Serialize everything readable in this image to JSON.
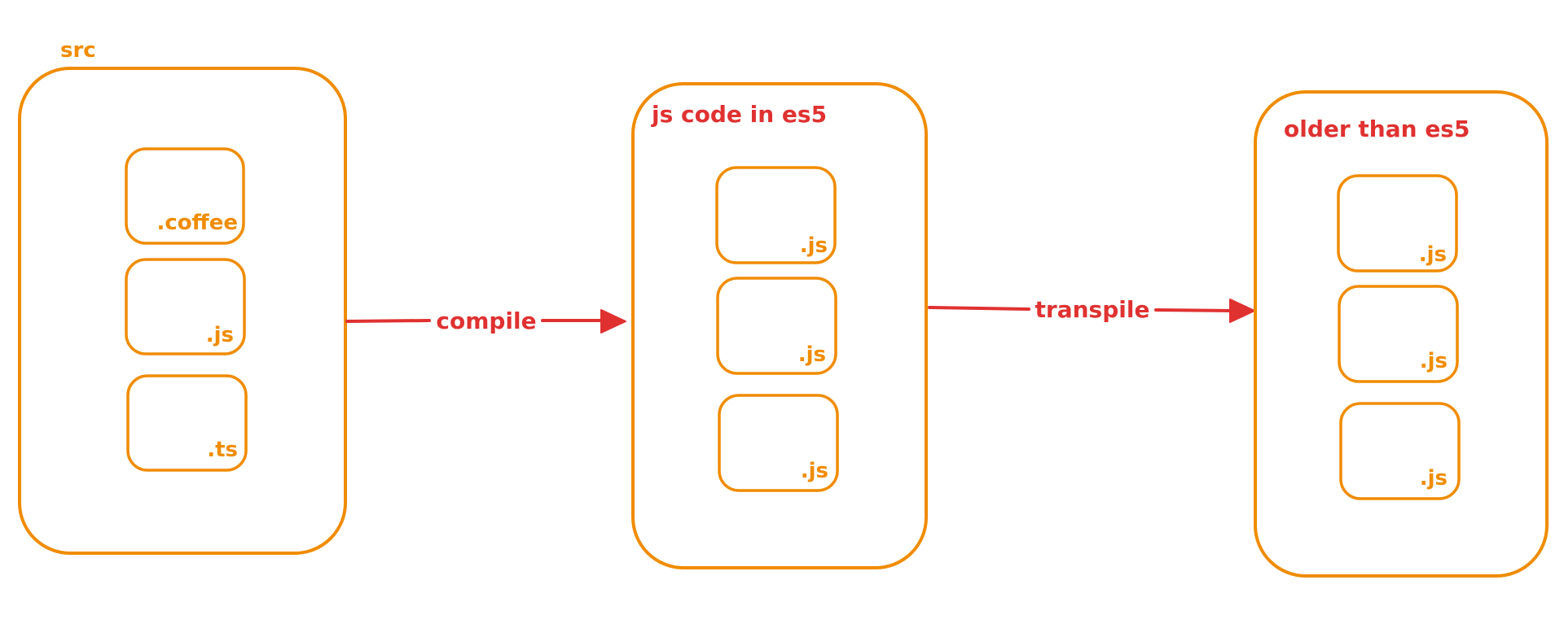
{
  "colors": {
    "container_stroke": "#f08c00",
    "arrow": "#e03131",
    "background": "#ffffff"
  },
  "groups": [
    {
      "title": "src",
      "files": [
        ".coffee",
        ".js",
        ".ts"
      ]
    },
    {
      "title": "js code in es5",
      "files": [
        ".js",
        ".js",
        ".js"
      ]
    },
    {
      "title": "older than es5",
      "files": [
        ".js",
        ".js",
        ".js"
      ]
    }
  ],
  "arrows": [
    {
      "label": "compile"
    },
    {
      "label": "transpile"
    }
  ]
}
